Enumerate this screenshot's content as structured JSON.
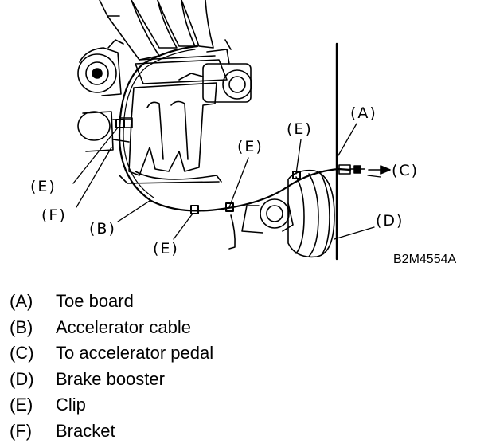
{
  "diagram": {
    "callouts": {
      "a_top": "(A)",
      "c_right": "(C)",
      "d_right": "(D)",
      "e_top_right": "(E)",
      "e_top_mid": "(E)",
      "e_left": "(E)",
      "f_left": "(F)",
      "b_bottom": "(B)",
      "e_bottom": "(E)"
    },
    "figure_code": "B2M4554A",
    "arrow_glyph": "→"
  },
  "legend": {
    "items": [
      {
        "key": "(A)",
        "text": "Toe board"
      },
      {
        "key": "(B)",
        "text": "Accelerator cable"
      },
      {
        "key": "(C)",
        "text": "To accelerator pedal"
      },
      {
        "key": "(D)",
        "text": "Brake booster"
      },
      {
        "key": "(E)",
        "text": "Clip"
      },
      {
        "key": "(F)",
        "text": "Bracket"
      }
    ]
  }
}
